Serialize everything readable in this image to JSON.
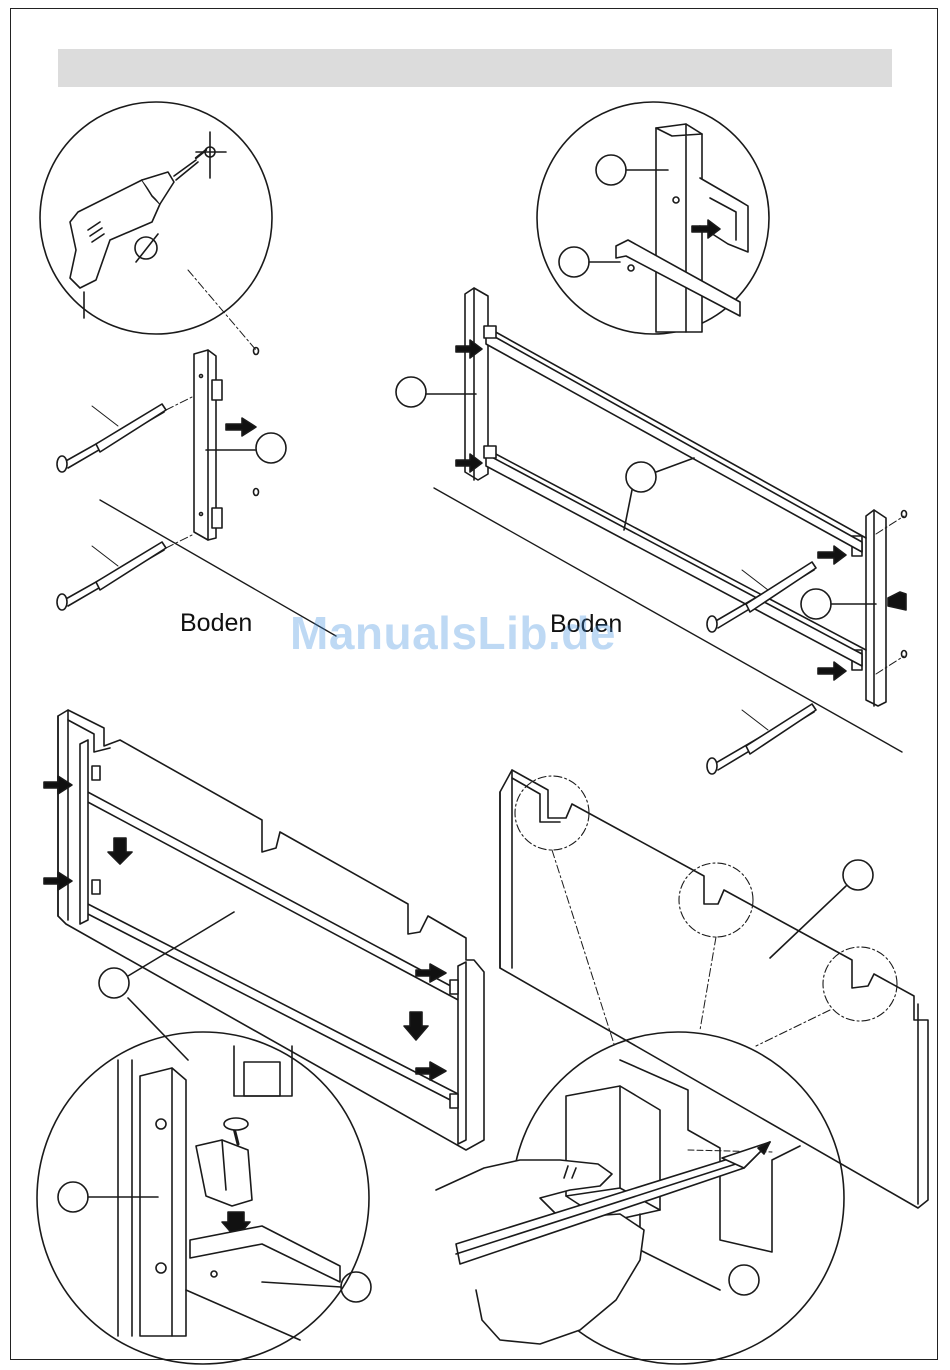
{
  "header": {
    "title": ""
  },
  "labels": {
    "floor_left": "Boden",
    "floor_right": "Boden"
  },
  "watermark": {
    "text": "ManualsLib.de"
  },
  "colors": {
    "line": "#1a1a1a",
    "arrow": "#111111",
    "title_bar": "#dcdcdc",
    "watermark": "#3d8fe0"
  }
}
